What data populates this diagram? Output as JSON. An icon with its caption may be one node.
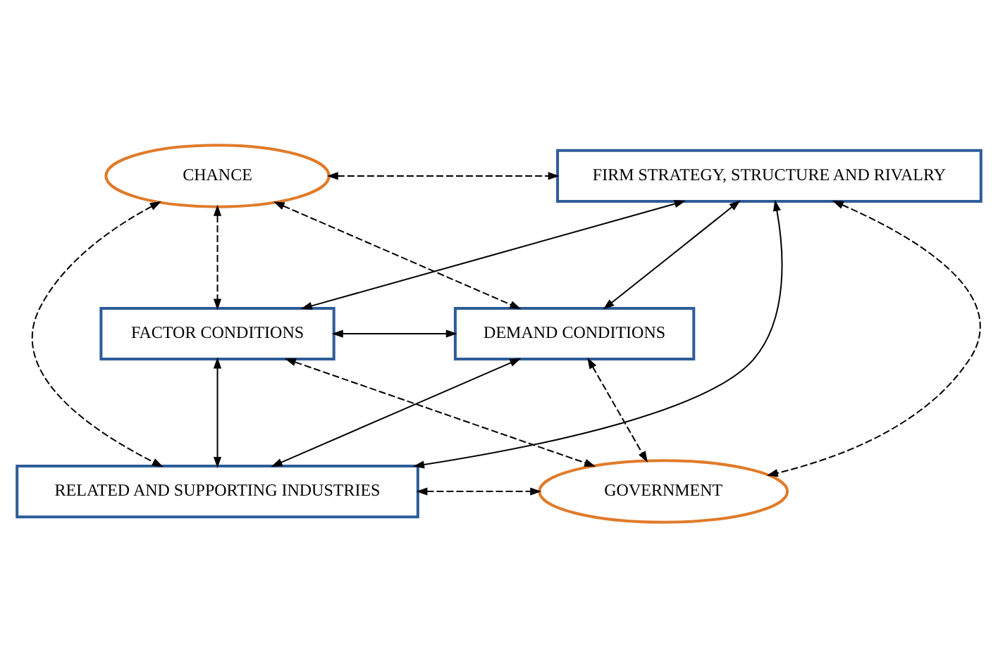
{
  "diagram": {
    "nodes": [
      {
        "text": [
          "FIRM STRATEGY, STRUCTURE AND RIVALRY"
        ]
      },
      {
        "text": [
          "CHANCE"
        ]
      },
      {
        "text": [
          "FACTOR CONDITIONS"
        ]
      },
      {
        "text": [
          "DEMAND CONDITIONS"
        ]
      },
      {
        "text": [
          "RELATED AND SUPPORTING INDUSTRIES"
        ]
      },
      {
        "text": [
          "GOVERNMENT"
        ]
      }
    ],
    "edges": [
      {
        "from": 1,
        "to": 0,
        "arrow": "both",
        "style": "dashed"
      },
      {
        "from": 1,
        "to": 2,
        "arrow": "both",
        "style": "dashed"
      },
      {
        "from": 1,
        "to": 3,
        "arrow": "both",
        "style": "dashed"
      },
      {
        "from": 1,
        "to": 4,
        "arrow": "both",
        "style": "dashed"
      },
      {
        "from": 0,
        "to": 2,
        "arrow": "both"
      },
      {
        "from": 0,
        "to": 3,
        "arrow": "both"
      },
      {
        "from": 0,
        "to": 4,
        "arrow": "both"
      },
      {
        "from": 0,
        "to": 5,
        "arrow": "both",
        "style": "dashed"
      },
      {
        "from": 2,
        "to": 3,
        "arrow": "both"
      },
      {
        "from": 2,
        "to": 4,
        "arrow": "both"
      },
      {
        "from": 2,
        "to": 5,
        "arrow": "both",
        "style": "dashed"
      },
      {
        "from": 3,
        "to": 4,
        "arrow": "both"
      },
      {
        "from": 3,
        "to": 5,
        "arrow": "both",
        "style": "dashed"
      },
      {
        "from": 4,
        "to": 5,
        "arrow": "both",
        "style": "dashed"
      }
    ]
  }
}
